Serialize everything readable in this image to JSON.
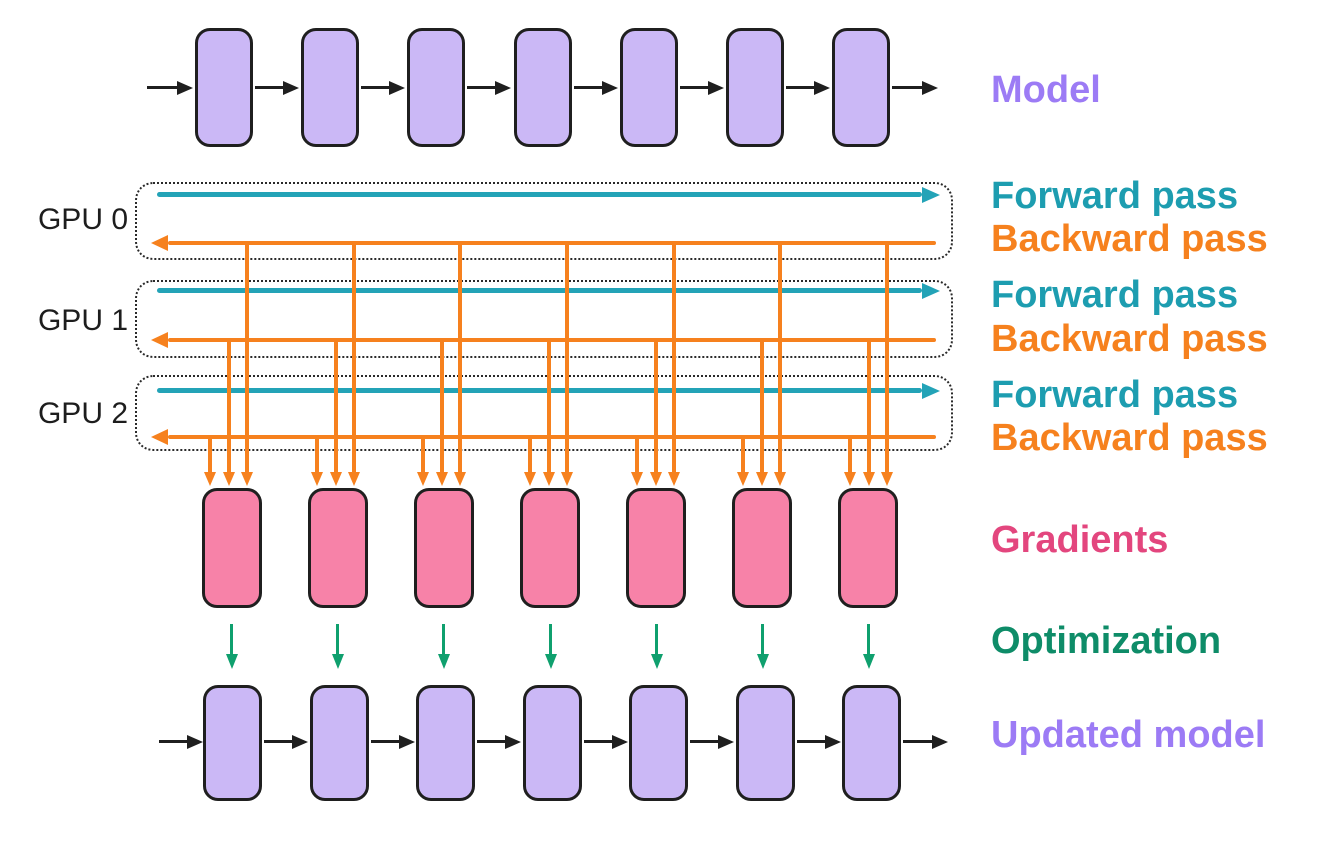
{
  "legend": {
    "model": "Model",
    "forward_pass": "Forward pass",
    "backward_pass": "Backward pass",
    "gradients": "Gradients",
    "optimization": "Optimization",
    "updated_model": "Updated model"
  },
  "gpus": [
    {
      "label": "GPU 0"
    },
    {
      "label": "GPU 1"
    },
    {
      "label": "GPU 2"
    }
  ],
  "structure": {
    "model_blocks_per_row": 7,
    "gradient_blocks": 7,
    "gpu_count": 3,
    "gradient_arrows_per_block": 3
  },
  "colors": {
    "model_block_fill": "#CBB8F6",
    "gradient_block_fill": "#F782A8",
    "outline": "#1F1F1F",
    "forward_teal": "#23A3B7",
    "forward_teal_text": "#1D9DB0",
    "backward_orange": "#F6811E",
    "optimization_green": "#0FA06E",
    "model_label_purple": "#9C7BF5",
    "gradients_label_pink": "#E3467E",
    "optimization_label_green": "#0E8C68",
    "gpu_label_dark": "#1D1D1D"
  }
}
